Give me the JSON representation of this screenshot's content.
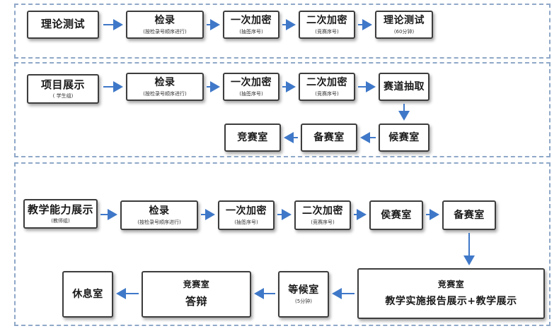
{
  "colors": {
    "arrow": "#3f78c8",
    "box_border": "#3d3d3d",
    "section_border": "#8fa8c8"
  },
  "section1": {
    "theory": {
      "title": "理论测试"
    },
    "check": {
      "title": "检录",
      "sub": "(按检录号顺序进行)"
    },
    "enc1": {
      "title": "一次加密",
      "sub": "(抽签序号)"
    },
    "enc2": {
      "title": "二次加密",
      "sub": "(竞赛序号)"
    },
    "test": {
      "title": "理论测试",
      "sub": "(60分钟)"
    }
  },
  "section2": {
    "project": {
      "title": "项目展示",
      "sub": "( 学生组)"
    },
    "check": {
      "title": "检录",
      "sub": "(按检录号顺序进行)"
    },
    "enc1": {
      "title": "一次加密",
      "sub": "(抽签序号)"
    },
    "enc2": {
      "title": "二次加密",
      "sub": "(竞赛序号)"
    },
    "draw": {
      "title": "赛道抽取"
    },
    "wait": {
      "title": "候赛室"
    },
    "prep": {
      "title": "备赛室"
    },
    "compete": {
      "title": "竞赛室"
    }
  },
  "section3": {
    "teach": {
      "title": "教学能力展示",
      "sub": "(教师组)"
    },
    "check": {
      "title": "检录",
      "sub": "(按检录号顺序进行)"
    },
    "enc1": {
      "title": "一次加密",
      "sub": "(抽签序号)"
    },
    "enc2": {
      "title": "二次加密",
      "sub": "(竞赛序号)"
    },
    "wait": {
      "title": "侯赛室"
    },
    "prep": {
      "title": "备赛室"
    },
    "compete": {
      "title": "竞赛室",
      "line2": "教学实施报告展示+教学展示"
    },
    "waitq": {
      "title": "等候室",
      "sub": "(5分钟)"
    },
    "defense": {
      "title": "竞赛室",
      "line2": "答辩"
    },
    "rest": {
      "title": "休息室"
    }
  }
}
